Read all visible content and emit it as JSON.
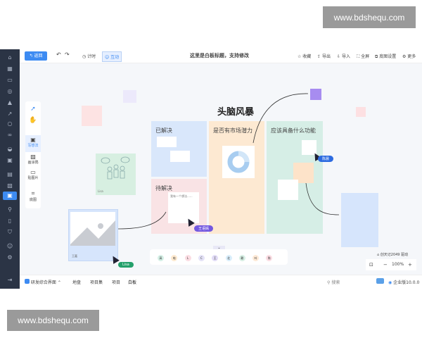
{
  "watermark": "www.bdshequ.com",
  "toolbar": {
    "back": "返回",
    "timer": "计时",
    "interact": "互动",
    "title": "这里是白板标题，支持修改",
    "collect": "收藏",
    "export": "导出",
    "import": "导入",
    "fullscreen": "全屏",
    "bg_settings": "底图设置",
    "more": "更多"
  },
  "tools": {
    "write": "写想法",
    "draw": "画涂鸦",
    "paste": "贴图片",
    "base": "底图"
  },
  "board": {
    "title": "头脑风暴",
    "col_solved": "已解决",
    "col_pending": "待解决",
    "col_market": "是否有市场潜力",
    "col_features": "应该具备什么功能",
    "sticky_text": "我有一个想法......",
    "image_caption": "王嘉",
    "illus_caption": "Lisa"
  },
  "cursors": {
    "c1": "陈晨",
    "c2": "王语嫣",
    "c3": "Lisa"
  },
  "avatars": [
    {
      "t": "高",
      "c": "#d5f0e6"
    },
    {
      "t": "电",
      "c": "#fde9cf"
    },
    {
      "t": "L",
      "c": "#fbdde3"
    },
    {
      "t": "C",
      "c": "#e4e2f7"
    },
    {
      "t": "王",
      "c": "#e2dcf7"
    },
    {
      "t": "北",
      "c": "#d9eefb"
    },
    {
      "t": "赖",
      "c": "#d7efe4"
    },
    {
      "t": "叶",
      "c": "#fde9d6"
    },
    {
      "t": "陈",
      "c": "#fbdde3"
    }
  ],
  "powered": "创天记2049 驱动",
  "zoom": "100%",
  "bottom": {
    "workspace": "研发综合界面",
    "tabs": [
      "地盘",
      "项目集",
      "项目",
      "白板"
    ],
    "search": "搜索",
    "version": "企业版10.0.0"
  },
  "colors": {
    "accent": "#3d8bf2",
    "sidebar": "#2b3445"
  }
}
